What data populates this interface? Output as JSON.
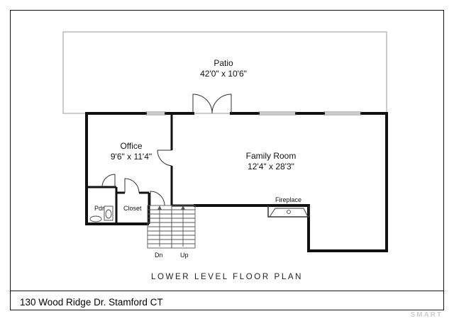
{
  "rooms": {
    "patio": {
      "name": "Patio",
      "dims": "42'0\" x 10'6\""
    },
    "office": {
      "name": "Office",
      "dims": "9'6\" x 11'4\""
    },
    "family_room": {
      "name": "Family Room",
      "dims": "12'4\" x 28'3\""
    },
    "powder": {
      "name": "Pdr"
    },
    "closet": {
      "name": "Closet"
    },
    "fireplace": {
      "name": "Fireplace"
    }
  },
  "stairs": {
    "down": "Dn",
    "up": "Up"
  },
  "plan_title": "LOWER LEVEL FLOOR PLAN",
  "address": "130 Wood Ridge Dr. Stamford CT",
  "watermark": "SMART",
  "colors": {
    "wall": "#111111",
    "thin_line": "#999999",
    "background": "#ffffff"
  }
}
